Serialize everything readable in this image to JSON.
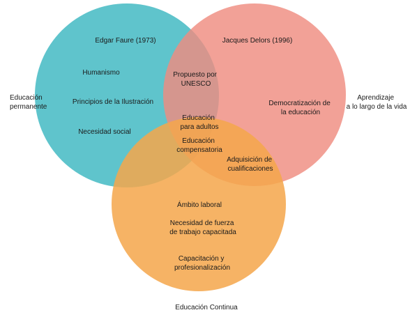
{
  "circles": [
    {
      "id": "teal",
      "color": "#5fc4cc"
    },
    {
      "id": "salmon",
      "color": "#ef8c80"
    },
    {
      "id": "orange",
      "color": "#f5a64c"
    }
  ],
  "outer_labels": {
    "left": [
      "Educación",
      "permanente"
    ],
    "right": [
      "Aprendizaje",
      "a lo largo de la vida"
    ],
    "bottom": "Educación Continua"
  },
  "teal": {
    "author": "Edgar Faure (1973)",
    "items": [
      "Humanismo",
      "Principios de la Ilustración",
      "Necesidad social"
    ]
  },
  "salmon": {
    "author": "Jacques Delors (1996)",
    "items": [
      [
        "Democratización de",
        "la educación"
      ]
    ]
  },
  "teal_salmon": [
    "Propuesto por",
    "UNESCO"
  ],
  "center": {
    "line1": [
      "Educación",
      "para adultos"
    ],
    "line2": [
      "Educación",
      "compensatoria"
    ]
  },
  "salmon_orange": [
    "Adquisición de",
    "cualificaciones"
  ],
  "orange": {
    "items": [
      [
        "Ámbito laboral"
      ],
      [
        "Necesidad de fuerza",
        "de trabajo capacitada"
      ],
      [
        "Capacitación y",
        "profesionalización"
      ]
    ]
  }
}
